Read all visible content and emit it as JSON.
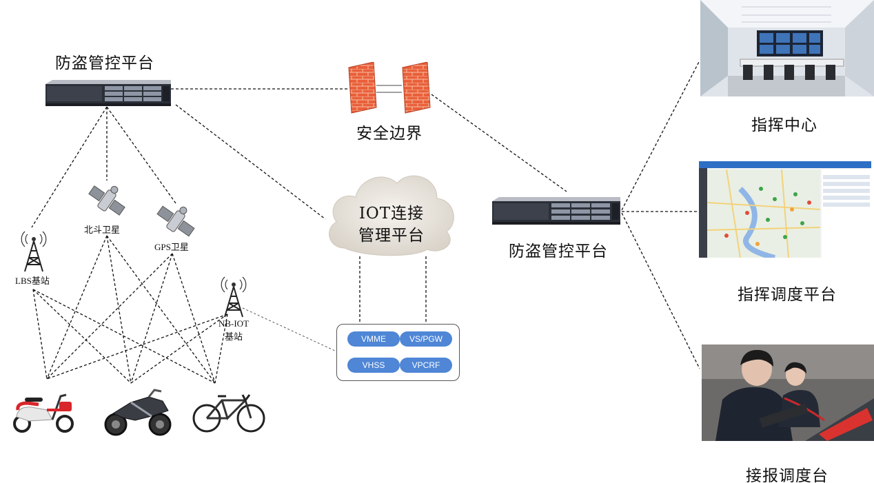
{
  "nodes": {
    "server_left_label": "防盗管控平台",
    "server_right_label": "防盗管控平台",
    "firewall_label": "安全边界",
    "cloud_line1": "IOT连接",
    "cloud_line2": "管理平台",
    "beidou_label": "北斗卫星",
    "gps_label": "GPS卫星",
    "lbs_label": "LBS基站",
    "nbiot_line1": "NB-IOT",
    "nbiot_line2": "基站",
    "command_center_label": "指挥中心",
    "dispatch_platform_label": "指挥调度平台",
    "reception_label": "接报调度台"
  },
  "core_network": [
    "VMME",
    "VS/PGW",
    "VHSS",
    "VPCRF"
  ]
}
